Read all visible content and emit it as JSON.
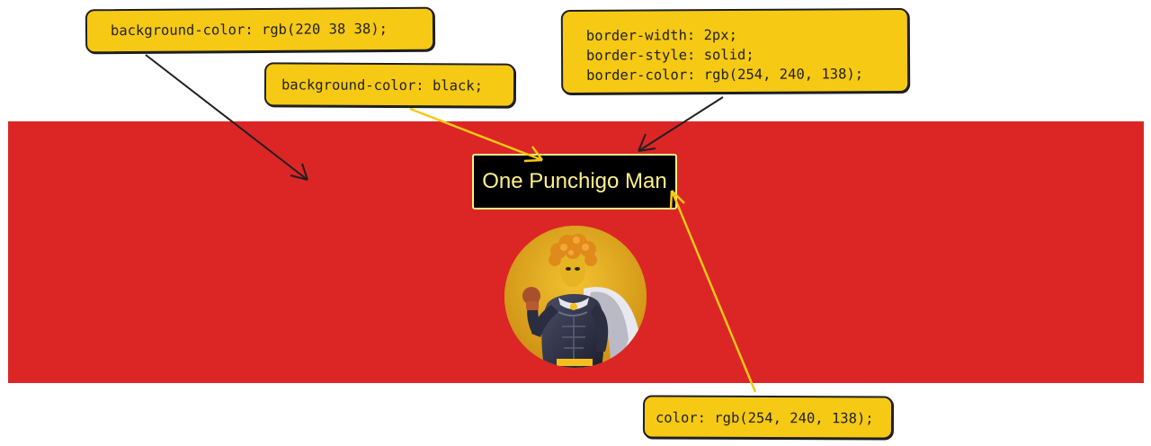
{
  "card": {
    "title": "One Punchigo Man",
    "avatar_icon": "superhero-figure-icon"
  },
  "annotations": [
    {
      "text": "background-color: rgb(220 38 38);"
    },
    {
      "text": "background-color: black;"
    },
    {
      "text": "border-width: 2px;\nborder-style: solid;\nborder-color: rgb(254, 240, 138);"
    },
    {
      "text": "color: rgb(254, 240, 138);"
    }
  ],
  "colors": {
    "banner_background": "#dc2626",
    "title_background": "#000000",
    "title_border": "#fef08a",
    "title_text": "#fef08a",
    "note_background": "#f6c914",
    "dark_arrow": "#1f1f1f",
    "yellow_arrow": "#f6c914"
  }
}
